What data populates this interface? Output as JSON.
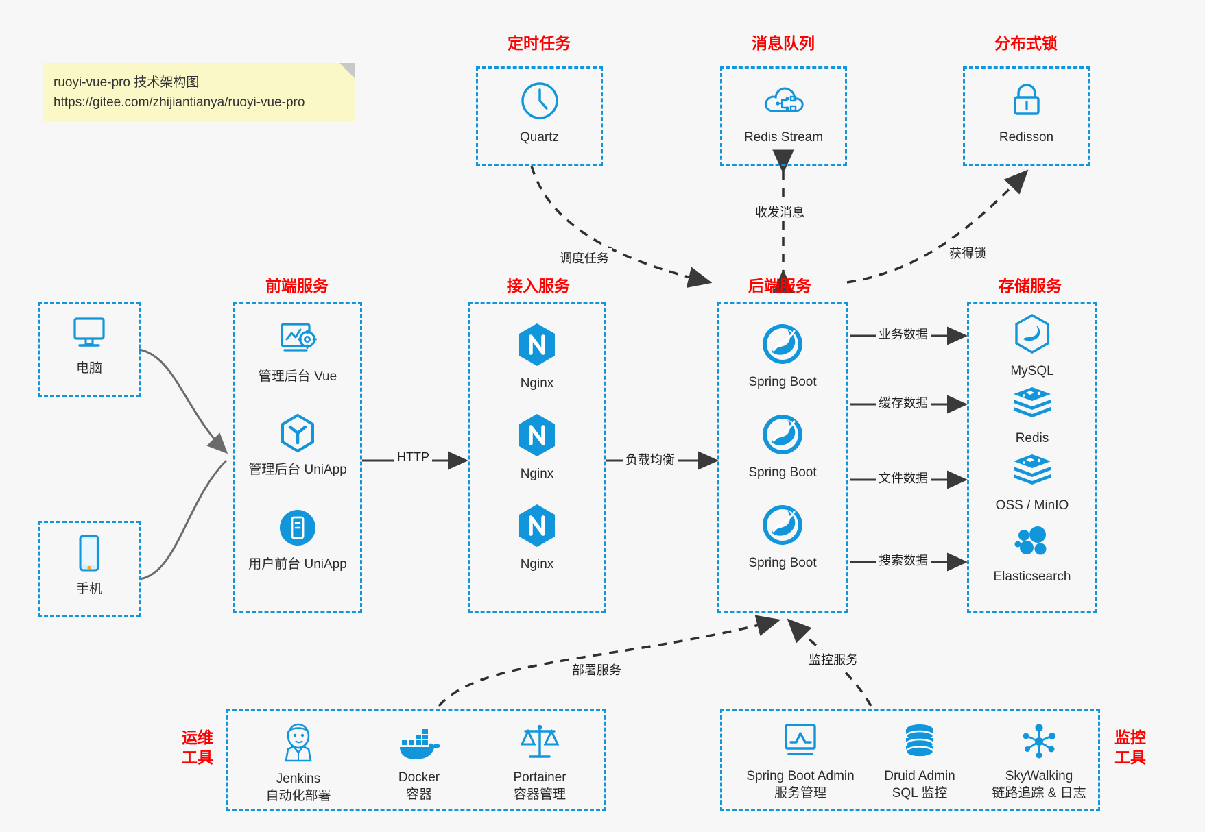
{
  "note": {
    "line1": "ruoyi-vue-pro 技术架构图",
    "line2": "https://gitee.com/zhijiantianya/ruoyi-vue-pro"
  },
  "colors": {
    "group_border": "#1296db",
    "group_title": "#ff0000",
    "icon_blue": "#1296db",
    "edge_solid": "#3a3a3a",
    "edge_curve": "#6b6b6b",
    "background": "#f7f7f7",
    "note_bg": "#fbf8c8"
  },
  "groups": {
    "scheduled_task": {
      "title": "定时任务",
      "nodes": [
        {
          "label": "Quartz",
          "icon": "clock-icon"
        }
      ]
    },
    "message_queue": {
      "title": "消息队列",
      "nodes": [
        {
          "label": "Redis Stream",
          "icon": "cloud-stream-icon"
        }
      ]
    },
    "distributed_lock": {
      "title": "分布式锁",
      "nodes": [
        {
          "label": "Redisson",
          "icon": "padlock-icon"
        }
      ]
    },
    "clients": {
      "pc": {
        "label": "电脑",
        "icon": "desktop-monitor-icon"
      },
      "mobile": {
        "label": "手机",
        "icon": "smartphone-icon"
      }
    },
    "frontend": {
      "title": "前端服务",
      "nodes": [
        {
          "label": "管理后台 Vue",
          "icon": "dashboard-gear-icon"
        },
        {
          "label": "管理后台 UniApp",
          "icon": "uniapp-cube-icon"
        },
        {
          "label": "用户前台 UniApp",
          "icon": "mobile-app-circle-icon"
        }
      ]
    },
    "gateway": {
      "title": "接入服务",
      "nodes": [
        {
          "label": "Nginx",
          "icon": "nginx-icon"
        },
        {
          "label": "Nginx",
          "icon": "nginx-icon"
        },
        {
          "label": "Nginx",
          "icon": "nginx-icon"
        }
      ]
    },
    "backend": {
      "title": "后端服务",
      "nodes": [
        {
          "label": "Spring Boot",
          "icon": "spring-boot-icon"
        },
        {
          "label": "Spring Boot",
          "icon": "spring-boot-icon"
        },
        {
          "label": "Spring Boot",
          "icon": "spring-boot-icon"
        }
      ]
    },
    "storage": {
      "title": "存储服务",
      "nodes": [
        {
          "label": "MySQL",
          "icon": "mysql-dolphin-icon"
        },
        {
          "label": "Redis",
          "icon": "redis-stack-icon"
        },
        {
          "label": "OSS / MinIO",
          "icon": "redis-stack-icon"
        },
        {
          "label": "Elasticsearch",
          "icon": "elasticsearch-icon"
        }
      ]
    },
    "ops_tools": {
      "title_line1": "运维",
      "title_line2": "工具",
      "nodes": [
        {
          "label": "Jenkins",
          "sublabel": "自动化部署",
          "icon": "jenkins-butler-icon"
        },
        {
          "label": "Docker",
          "sublabel": "容器",
          "icon": "docker-whale-icon"
        },
        {
          "label": "Portainer",
          "sublabel": "容器管理",
          "icon": "portainer-scale-icon"
        }
      ]
    },
    "monitor_tools": {
      "title_line1": "监控",
      "title_line2": "工具",
      "nodes": [
        {
          "label": "Spring Boot Admin",
          "sublabel": "服务管理",
          "icon": "monitor-chart-icon"
        },
        {
          "label": "Druid Admin",
          "sublabel": "SQL 监控",
          "icon": "database-cylinder-icon"
        },
        {
          "label": "SkyWalking",
          "sublabel": "链路追踪 & 日志",
          "icon": "network-nodes-icon"
        }
      ]
    }
  },
  "edges": [
    {
      "id": "http",
      "label": "HTTP"
    },
    {
      "id": "load-balance",
      "label": "负载均衡"
    },
    {
      "id": "schedule-task",
      "label": "调度任务"
    },
    {
      "id": "send-receive-message",
      "label": "收发消息"
    },
    {
      "id": "acquire-lock",
      "label": "获得锁"
    },
    {
      "id": "business-data",
      "label": "业务数据"
    },
    {
      "id": "cache-data",
      "label": "缓存数据"
    },
    {
      "id": "file-data",
      "label": "文件数据"
    },
    {
      "id": "search-data",
      "label": "搜索数据"
    },
    {
      "id": "deploy-service",
      "label": "部署服务"
    },
    {
      "id": "monitor-service",
      "label": "监控服务"
    }
  ]
}
